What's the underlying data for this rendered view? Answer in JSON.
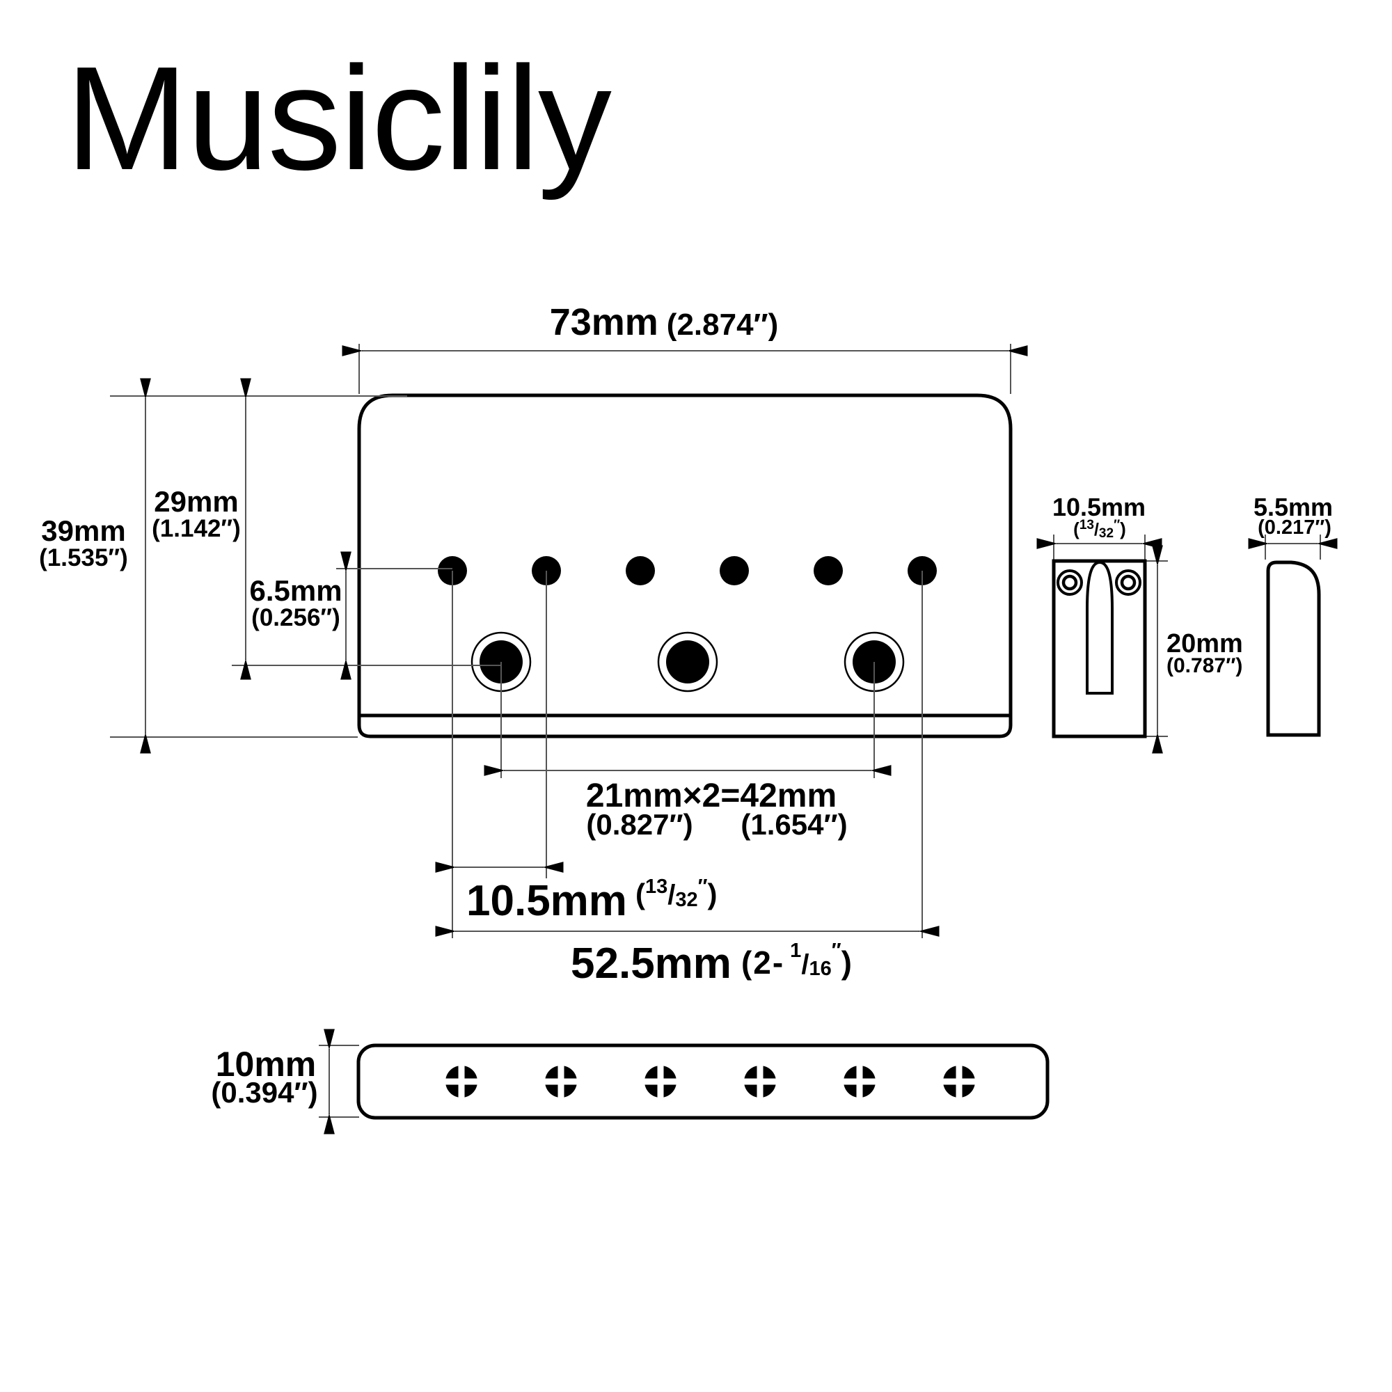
{
  "title": "Musiclily",
  "front_view": {
    "width": {
      "mm": "73mm",
      "inch": "(2.874″)"
    },
    "height": {
      "mm": "39mm",
      "inch": "(1.535″)"
    },
    "top_to_screw_row": {
      "mm": "29mm",
      "inch": "(1.142″)"
    },
    "string_to_screw_row": {
      "mm": "6.5mm",
      "inch": "(0.256″)"
    },
    "screw_spacing": {
      "mm": "21mm×2=42mm",
      "inch_each": "(0.827″)",
      "inch_total": "(1.654″)"
    },
    "string_spacing": {
      "mm": "10.5mm",
      "open": "(",
      "sup": "13",
      "slash": "/",
      "den": "32",
      "prime": "″",
      "close": ")"
    },
    "e_to_e_spacing": {
      "mm": "52.5mm",
      "open": "(2-",
      "sup": "1",
      "slash": "/",
      "den": "16",
      "prime": "″",
      "close": ")"
    }
  },
  "block_view": {
    "width": {
      "mm": "10.5mm",
      "open": "(",
      "sup": "13",
      "slash": "/",
      "den": "32",
      "prime": "″",
      "close": ")"
    },
    "height": {
      "mm": "20mm",
      "inch": "(0.787″)"
    }
  },
  "profile_view": {
    "thickness": {
      "mm": "5.5mm",
      "inch": "(0.217″)"
    }
  },
  "bottom_view": {
    "thickness": {
      "mm": "10mm",
      "inch": "(0.394″)"
    }
  },
  "colors": {
    "line": "#000000",
    "dim_line": "#555555",
    "background": "#ffffff"
  }
}
